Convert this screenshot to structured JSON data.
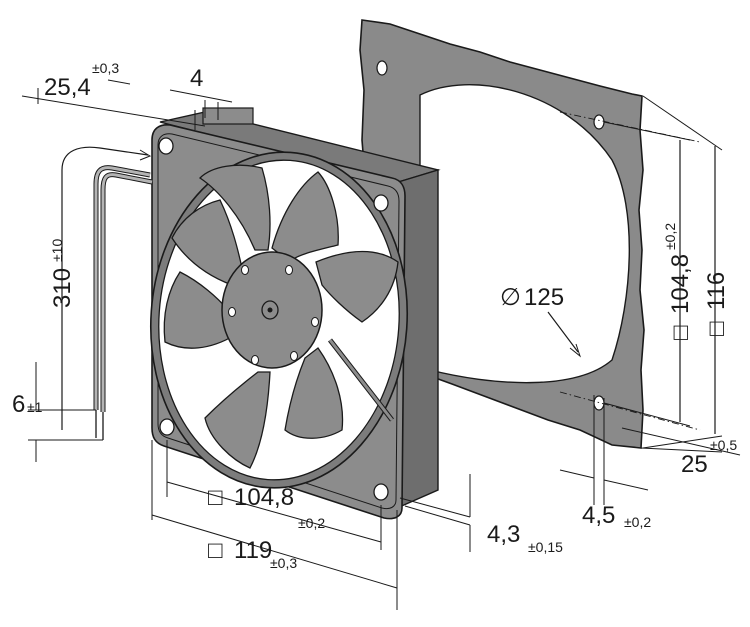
{
  "dimensions": {
    "depth": {
      "value": "25,4",
      "tol": "±0,3"
    },
    "flange": {
      "value": "4"
    },
    "cable_length": {
      "value": "310",
      "tol": "±10"
    },
    "strip_length": {
      "value": "6",
      "tol": "±1"
    },
    "hole_spacing_front": {
      "prefix": "□",
      "value": "104,8",
      "tol": "±0,2"
    },
    "frame_size": {
      "prefix": "□",
      "value": "119",
      "tol": "±0,3"
    },
    "flange_thickness": {
      "value": "4,3",
      "tol": "±0,15"
    },
    "hole_diameter": {
      "value": "4,5",
      "tol": "±0,2"
    },
    "cutout_offset": {
      "value": "25",
      "tol": "±0,5"
    },
    "cutout_diameter": {
      "prefix": "∅",
      "value": "125"
    },
    "panel_hole_spacing": {
      "prefix": "□",
      "value": "104,8",
      "tol": "±0,2"
    },
    "panel_size": {
      "prefix": "□",
      "value": "116"
    }
  },
  "colors": {
    "ink": "#1a1a1a",
    "fan_gray": "#8c8c8c",
    "fan_dark": "#6e6e6e",
    "panel_gray": "#8a8a8a",
    "background": "#ffffff"
  }
}
